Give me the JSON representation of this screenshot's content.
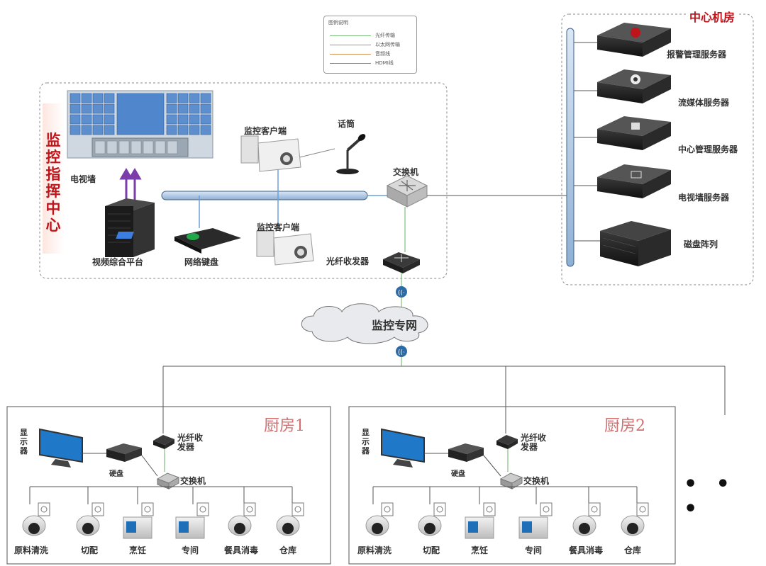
{
  "legend": {
    "title": "图例说明",
    "rows": [
      {
        "label": "光纤传输",
        "color": "#7fbf7f"
      },
      {
        "label": "以太网传输",
        "color": "#6aa0d8"
      },
      {
        "label": "音频线",
        "color": "#d09050"
      },
      {
        "label": "HDMI线",
        "color": "#a070c0"
      }
    ]
  },
  "center": {
    "title_chars": [
      "监",
      "控",
      "指",
      "挥",
      "中",
      "心"
    ],
    "tv_wall": "电视墙",
    "video_platform": "视频综合平台",
    "network_keyboard": "网络键盘",
    "client_top": "监控客户端",
    "client_bottom": "监控客户端",
    "microphone": "话筒",
    "switch": "交换机",
    "fiber_transceiver": "光纤收发器"
  },
  "server_room": {
    "title": "中心机房",
    "servers": [
      "报警管理服务器",
      "流媒体服务器",
      "中心管理服务器",
      "电视墙服务器",
      "磁盘阵列"
    ]
  },
  "network": {
    "cloud_label": "监控专网"
  },
  "kitchens": [
    {
      "title": "厨房1",
      "display": "显示器",
      "nvr": "硬盘",
      "transceiver": "光纤收发器",
      "switch": "交换机",
      "cameras": [
        "原料清洗",
        "切配",
        "烹饪",
        "专间",
        "餐具消毒",
        "仓库"
      ]
    },
    {
      "title": "厨房2",
      "display": "显示器",
      "nvr": "硬盘",
      "transceiver": "光纤收发器",
      "switch": "交换机",
      "cameras": [
        "原料清洗",
        "切配",
        "烹饪",
        "专间",
        "餐具消毒",
        "仓库"
      ]
    }
  ],
  "more": "• • •"
}
